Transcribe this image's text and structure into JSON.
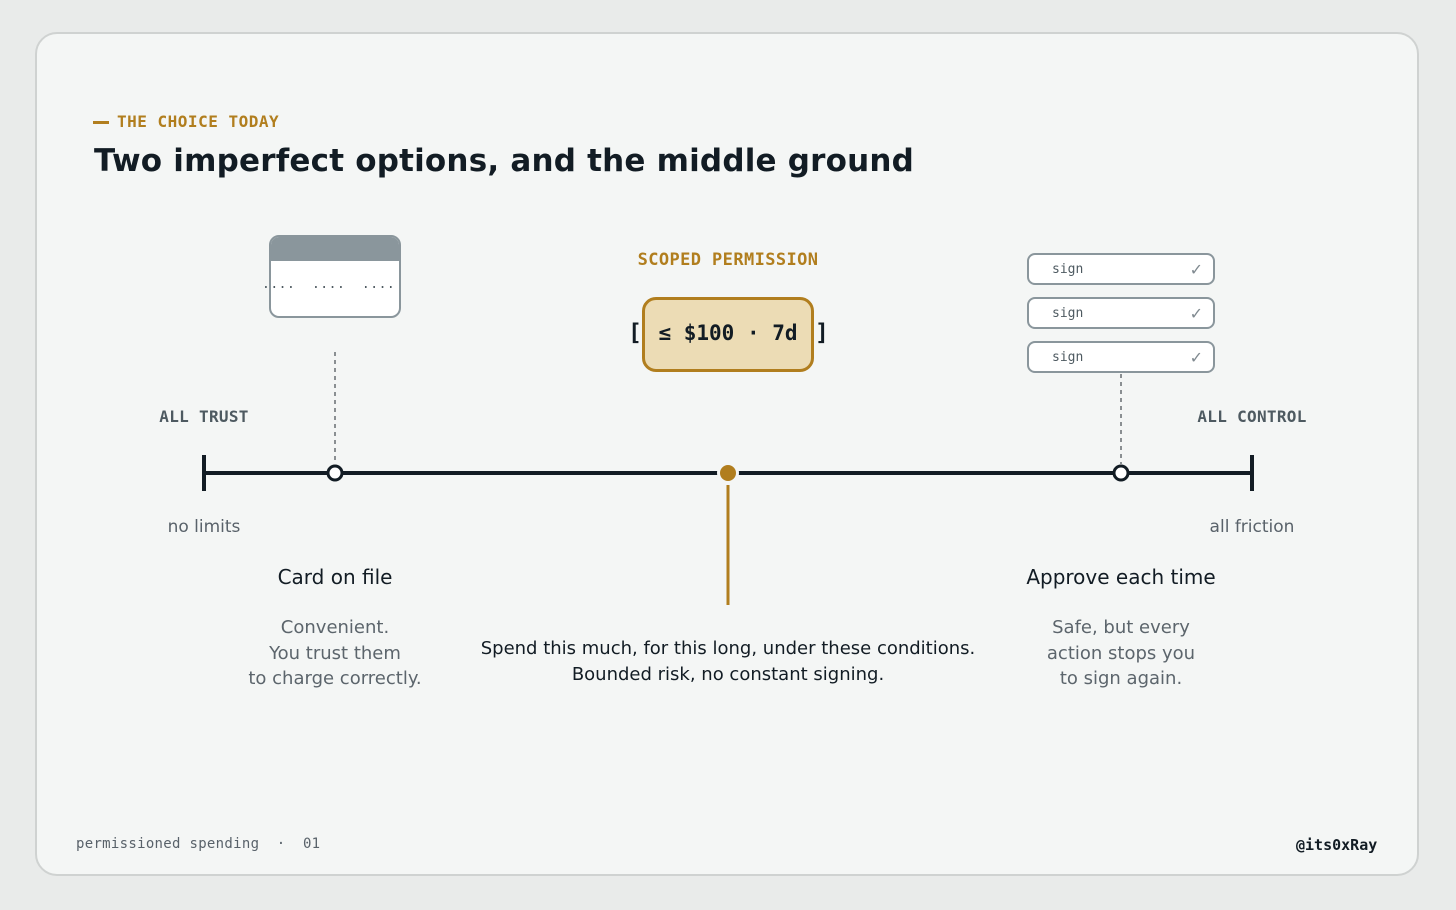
{
  "eyebrow": "THE CHOICE TODAY",
  "title": "Two imperfect options, and the middle ground",
  "scale": {
    "left_label": "ALL TRUST",
    "left_sub": "no limits",
    "right_label": "ALL CONTROL",
    "right_sub": "all friction"
  },
  "options": {
    "card": {
      "title": "Card on file",
      "desc_lines": [
        "Convenient.",
        "You trust them",
        "to charge correctly."
      ],
      "card_dots": "....  ....  ...."
    },
    "scoped": {
      "label": "SCOPED PERMISSION",
      "bracket_open": "[",
      "bracket_close": "]",
      "value": "≤ $100 · 7d",
      "desc_lines": [
        "Spend this much, for this long, under these conditions.",
        "Bounded risk, no constant signing."
      ]
    },
    "approve": {
      "title": "Approve each time",
      "desc_lines": [
        "Safe, but every",
        "action stops you",
        "to sign again."
      ],
      "sign_rows": [
        {
          "label": "sign",
          "check": "✓"
        },
        {
          "label": "sign",
          "check": "✓"
        },
        {
          "label": "sign",
          "check": "✓"
        }
      ]
    }
  },
  "footer": {
    "left": "permissioned spending  ·  01",
    "right": "@its0xRay"
  },
  "colors": {
    "accent": "#b17e1e",
    "ink": "#121c24",
    "muted": "#59626a",
    "card_bg": "#f4f6f5",
    "page_bg": "#e9ebea"
  }
}
